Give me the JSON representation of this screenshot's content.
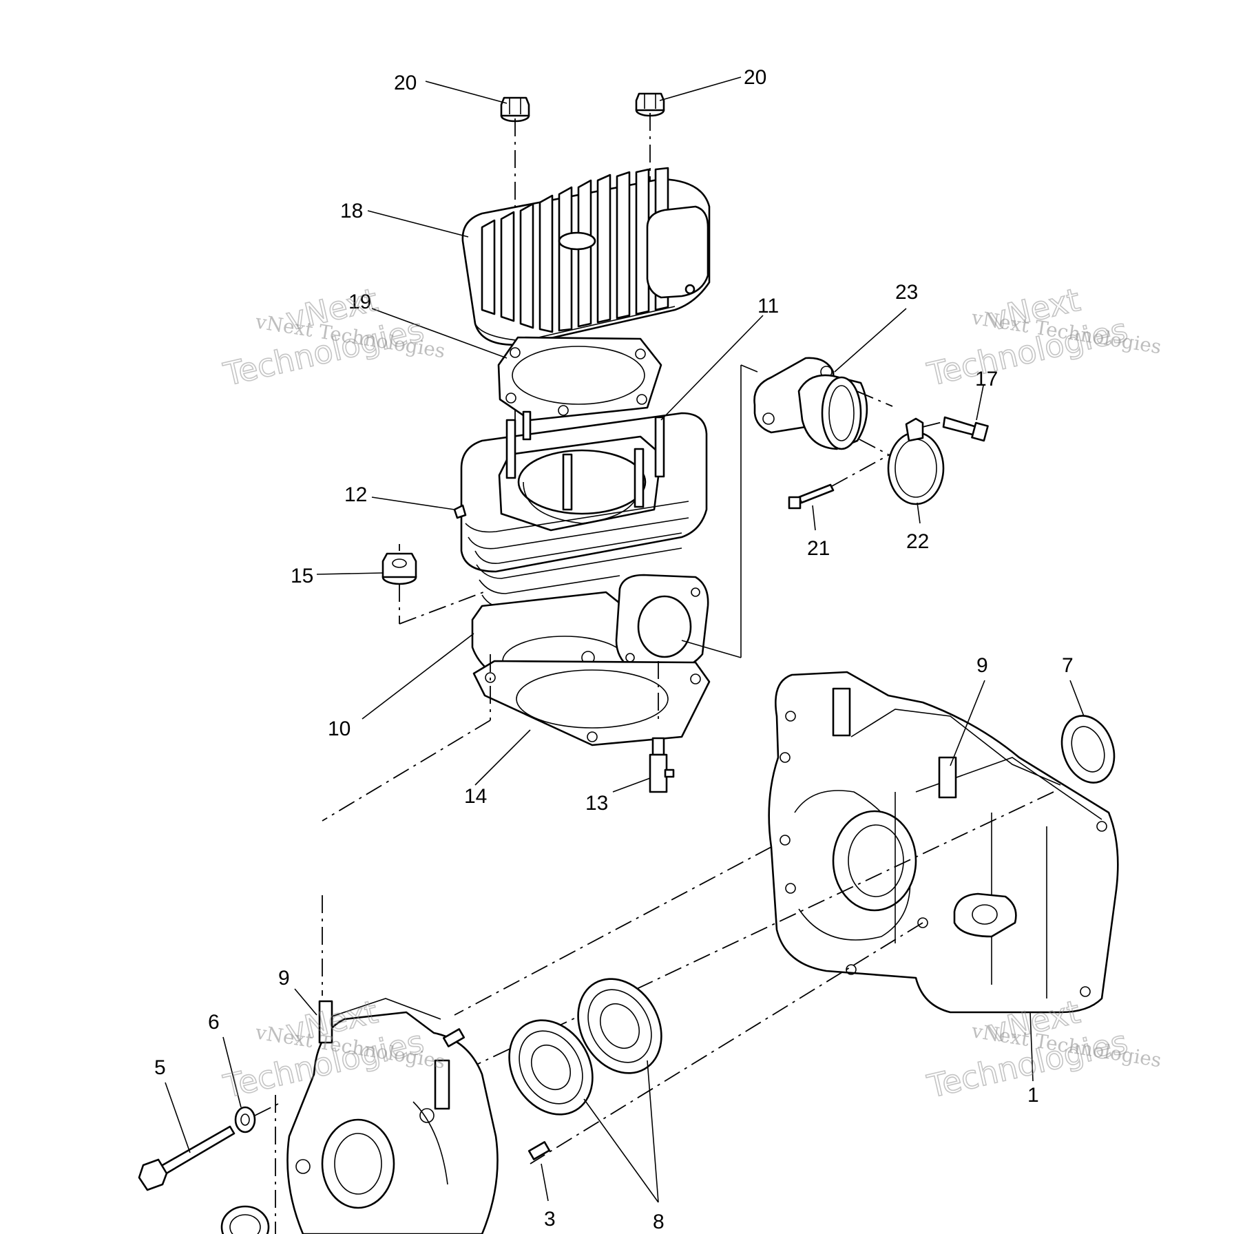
{
  "callouts": {
    "c20a": "20",
    "c20b": "20",
    "c18": "18",
    "c19": "19",
    "c11": "11",
    "c23": "23",
    "c17": "17",
    "c12": "12",
    "c21": "21",
    "c22": "22",
    "c15": "15",
    "c10": "10",
    "c14": "14",
    "c13": "13",
    "c9a": "9",
    "c7": "7",
    "c9b": "9",
    "c6": "6",
    "c5": "5",
    "c3": "3",
    "c8": "8",
    "c1": "1"
  },
  "watermark": {
    "small": "vNext Technologies",
    "big_line1": "vNext",
    "big_line2": "Technologies"
  }
}
